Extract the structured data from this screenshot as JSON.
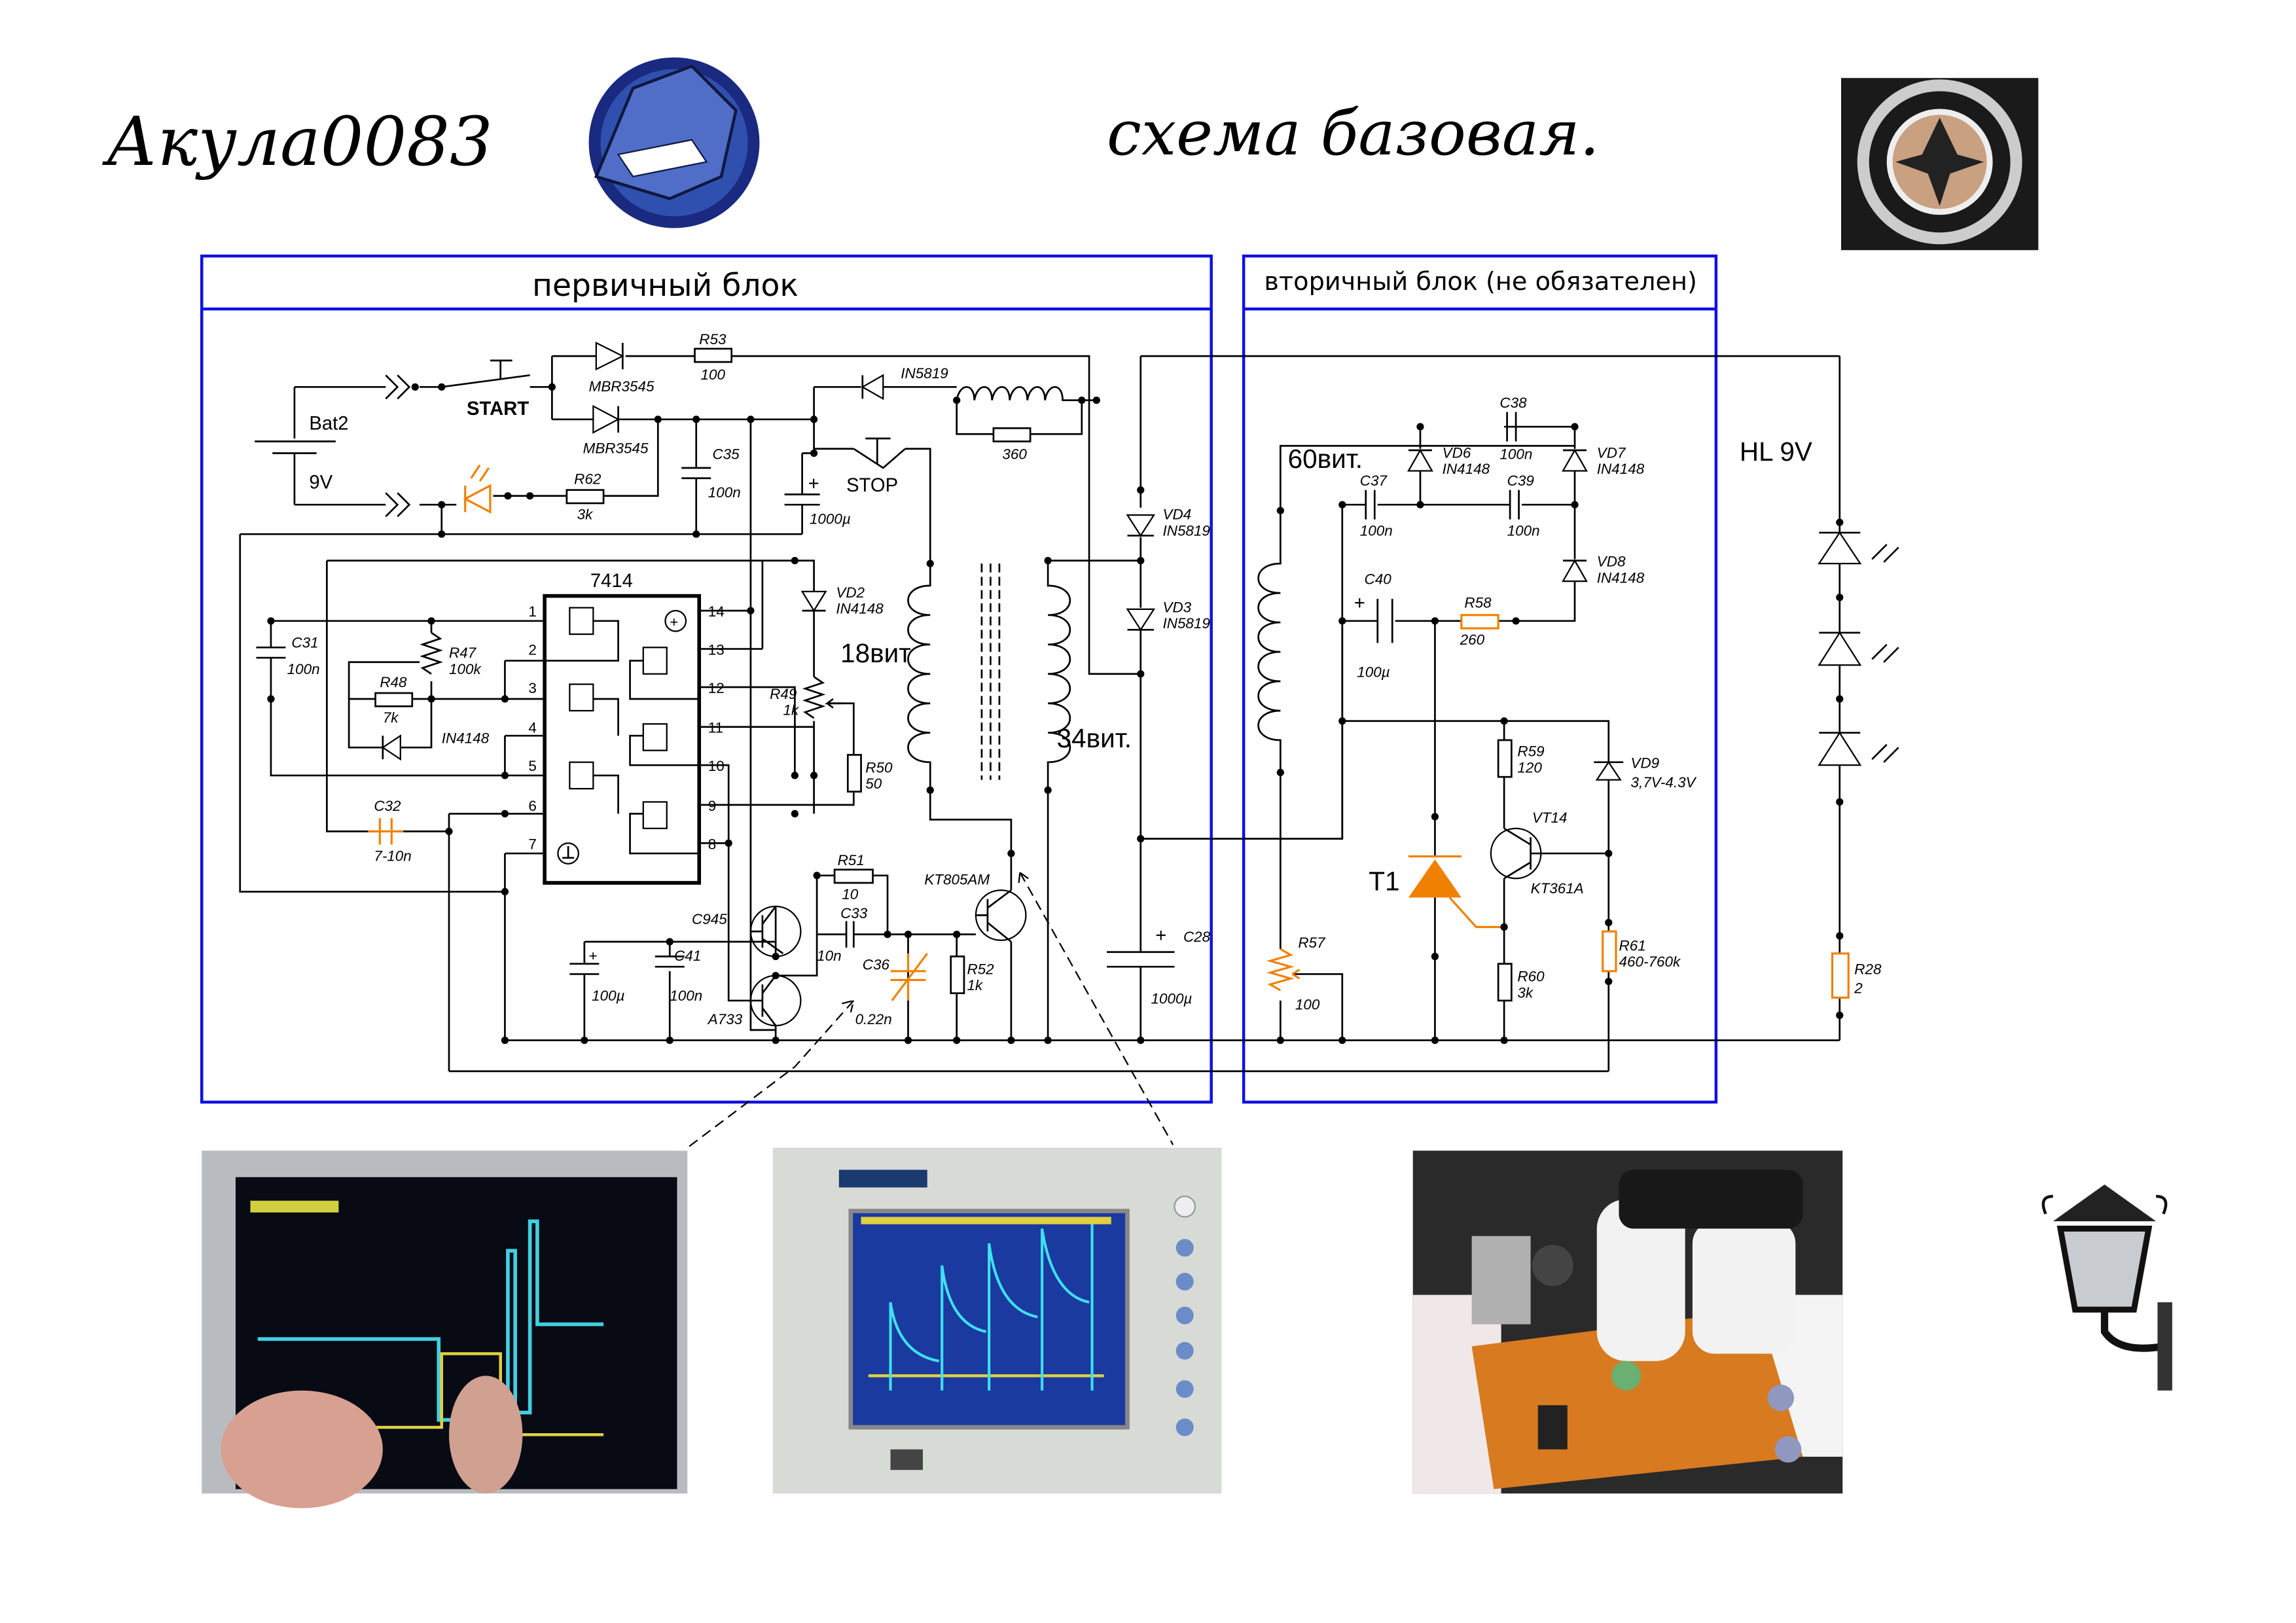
{
  "header": {
    "author_logo_text": "Акула0083",
    "title": "схема базовая."
  },
  "blocks": {
    "primary": "первичный блок",
    "secondary": "вторичный блок (не обязателен)"
  },
  "primary": {
    "bat_name": "Bat2",
    "bat_voltage": "9V",
    "start": "START",
    "stop": "STOP",
    "d_top1": "MBR3545",
    "d_top2": "MBR3545",
    "r53": "R53",
    "r53_val": "100",
    "in5819": "IN5819",
    "r_coil_val": "360",
    "c35": "C35",
    "c35_val": "100n",
    "r62": "R62",
    "r62_val": "3k",
    "c_main_plus": "+",
    "c_main_val": "1000µ",
    "c31": "C31",
    "c31_val": "100n",
    "r47": "R47",
    "r47_val": "100k",
    "r48": "R48",
    "r48_val": "7k",
    "d_in4148": "IN4148",
    "c32": "C32",
    "c32_val": "7-10n",
    "vd2": "VD2",
    "vd2_val": "IN4148",
    "r49": "R49",
    "r49_val": "1k",
    "r50": "R50",
    "r50_val": "50",
    "turns_primary": "18вит",
    "turns_secondary": "34вит.",
    "vd4": "VD4",
    "vd4_val": "IN5819",
    "vd3": "VD3",
    "vd3_val": "IN5819",
    "c28": "C28",
    "c28_val": "1000µ",
    "c945": "C945",
    "a733": "A733",
    "c41": "C41",
    "c41_val": "100n",
    "c_small_val": "100µ",
    "r51": "R51",
    "r51_val": "10",
    "c33": "C33",
    "c33_val": "10n",
    "c36": "C36",
    "c36_val": "0.22n",
    "r52": "R52",
    "r52_val": "1k",
    "kt805": "KT805AM"
  },
  "ic": {
    "name": "7414",
    "pins": [
      "1",
      "2",
      "3",
      "4",
      "5",
      "6",
      "7",
      "14",
      "13",
      "12",
      "11",
      "10",
      "9",
      "8"
    ]
  },
  "secondary": {
    "turns": "60вит.",
    "c38": "C38",
    "c38_val": "100n",
    "c37": "C37",
    "c37_val": "100n",
    "c39": "C39",
    "c39_val": "100n",
    "vd6": "VD6",
    "vd6_val": "IN4148",
    "vd7": "VD7",
    "vd7_val": "IN4148",
    "vd8": "VD8",
    "vd8_val": "IN4148",
    "c40": "C40",
    "c40_val": "100µ",
    "r58": "R58",
    "r58_val": "260",
    "r59": "R59",
    "r59_val": "120",
    "vd9": "VD9",
    "vd9_val": "3,7V-4.3V",
    "vt14": "VT14",
    "kt361": "KT361A",
    "t1": "T1",
    "r57": "R57",
    "r57_val": "100",
    "r60": "R60",
    "r60_val": "3k",
    "r61": "R61",
    "r61_val": "460-760k"
  },
  "load": {
    "hl": "HL 9V",
    "r28": "R28",
    "r28_val": "2"
  },
  "colors": {
    "frame": "#1010e0",
    "highlight": "#f08000"
  }
}
